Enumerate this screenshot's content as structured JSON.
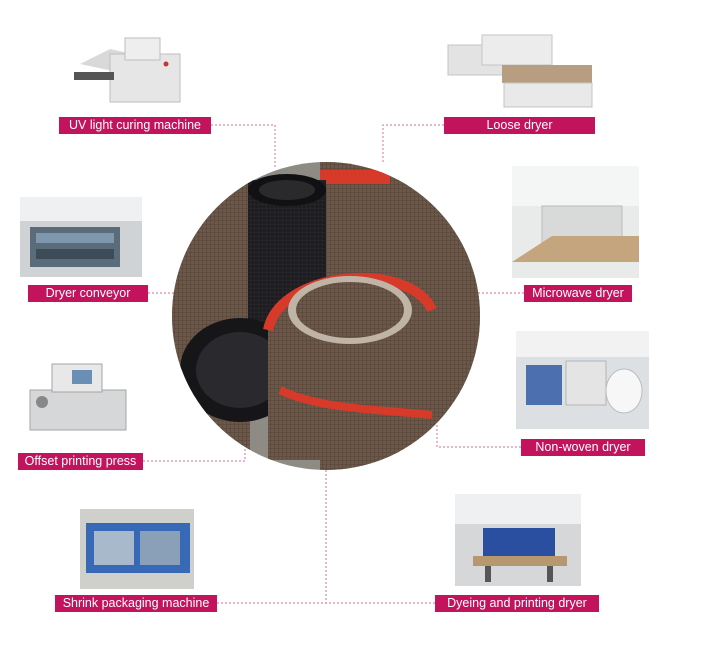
{
  "labels": {
    "uv": "UV light curing machine",
    "loose": "Loose dryer",
    "dryer_conveyor": "Dryer conveyor",
    "microwave": "Microwave dryer",
    "offset": "Offset printing press",
    "nonwoven": "Non-woven dryer",
    "shrink": "Shrink packaging machine",
    "dyeing": "Dyeing and printing dryer"
  },
  "colors": {
    "label_bg": "#c3135d",
    "label_text": "#ffffff",
    "connector": "#d98aa6",
    "belt_brown": "#6e5a4c",
    "belt_edge_red": "#d83a2a",
    "belt_black": "#1c1c1e"
  }
}
